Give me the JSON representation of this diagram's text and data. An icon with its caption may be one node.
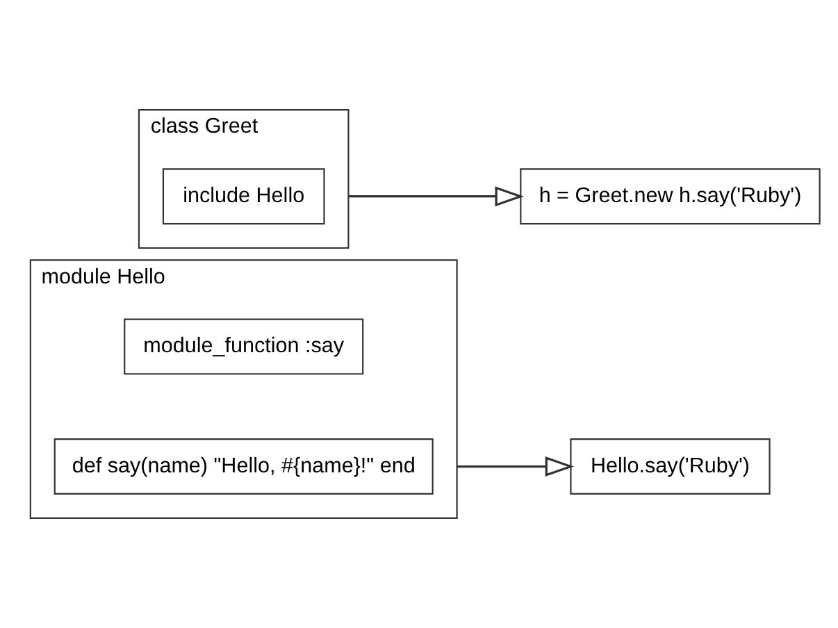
{
  "diagram": {
    "nodes": [
      {
        "text": [
          "module Hello"
        ]
      },
      {
        "text": [
          "module_function :say"
        ],
        "in": 0
      },
      {
        "text": [
          "def say(name) \"Hello, #{name}!\" end"
        ],
        "in": 0
      },
      {
        "text": [
          "Hello.say('Ruby')"
        ]
      },
      {
        "text": [
          "class Greet"
        ]
      },
      {
        "text": [
          "include Hello"
        ],
        "in": 4
      },
      {
        "text": [
          "h = Greet.new h.say('Ruby')"
        ]
      }
    ],
    "edges": [
      {
        "from": 0,
        "to": 3,
        "arrow": "to"
      },
      {
        "from": 4,
        "to": 6,
        "arrow": "to"
      }
    ]
  }
}
